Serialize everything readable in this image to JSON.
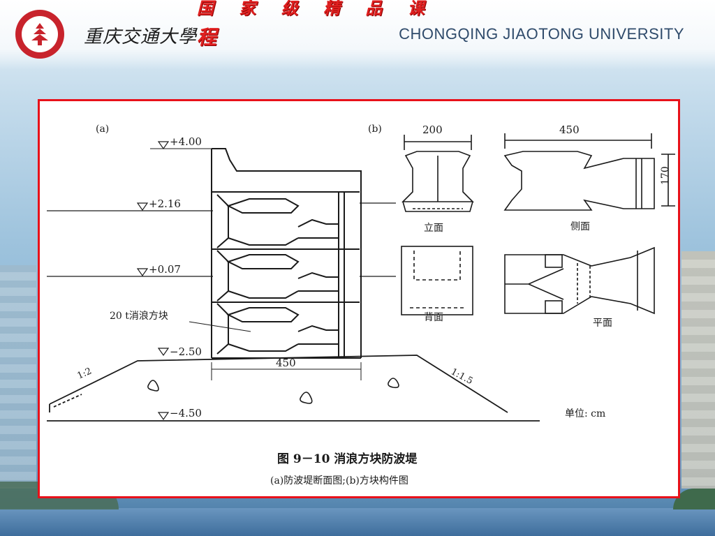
{
  "header": {
    "university_cn": "重庆交通大學",
    "course_title_line1": "国 家 级 精 品 课",
    "course_title_line2": "程",
    "university_en": "CHONGQING JIAOTONG UNIVERSITY"
  },
  "figure": {
    "panel_a_label": "(a)",
    "panel_b_label": "(b)",
    "elevations": {
      "top": "+4.00",
      "upper": "+2.16",
      "middle": "+0.07",
      "base": "−2.50",
      "bottom": "−4.50"
    },
    "block_label": "20 t消浪方块",
    "base_width": "450",
    "slope_left": "1:2",
    "slope_right": "1:1.5",
    "unit_label": "单位: cm",
    "views": {
      "front": {
        "label": "立面",
        "dim": "200"
      },
      "side": {
        "label": "侧面",
        "dim_width": "450",
        "dim_height": "170"
      },
      "back": {
        "label": "背面"
      },
      "plan": {
        "label": "平面"
      }
    },
    "caption": "图 9－10   消浪方块防波堤",
    "subcaption": "(a)防波堤断面图;(b)方块构件图"
  },
  "colors": {
    "frame_border": "#e8111a",
    "course_title": "#e02020",
    "university_en": "#2f4b6b"
  }
}
